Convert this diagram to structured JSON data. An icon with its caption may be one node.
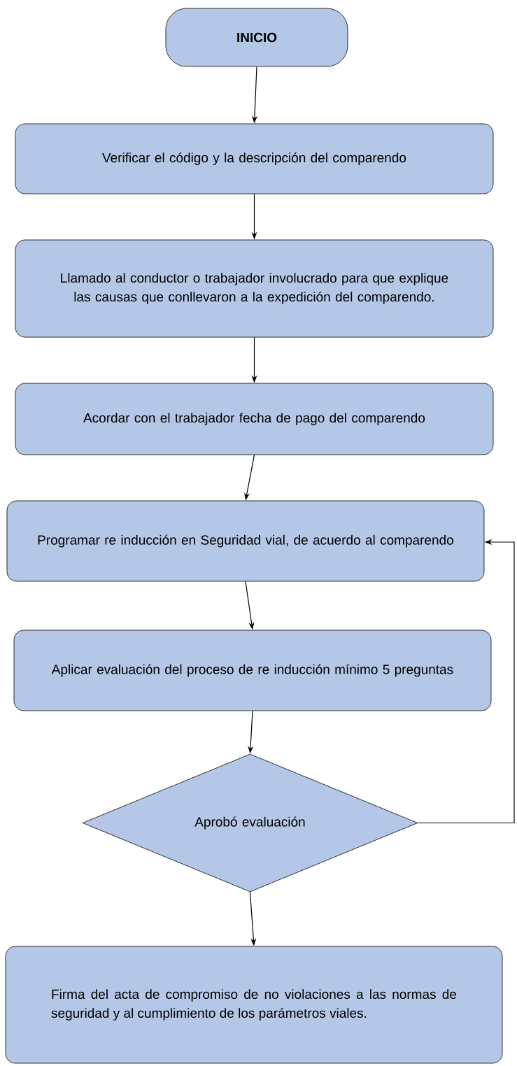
{
  "diagram": {
    "nodes": [
      {
        "text": [
          "INICIO"
        ]
      },
      {
        "text": [
          "Verificar el código y la descripción del comparendo"
        ]
      },
      {
        "text": [
          "Llamado al conductor o trabajador involucrado para que explique las causas que conllevaron a la expedición del comparendo."
        ]
      },
      {
        "text": [
          "Acordar con el trabajador fecha de pago del comparendo"
        ]
      },
      {
        "text": [
          "Programar re inducción en Seguridad vial, de acuerdo al comparendo"
        ]
      },
      {
        "text": [
          "Aplicar evaluación del proceso de re inducción mínimo 5 preguntas"
        ]
      },
      {
        "text": [
          "Aprobó evaluación"
        ]
      },
      {
        "text": [
          "Firma del acta de compromiso de no violaciones a las normas de seguridad y al cumplimiento de los parámetros viales."
        ]
      }
    ],
    "edges": [
      {
        "from": 0,
        "to": 1,
        "arrow": "to"
      },
      {
        "from": 1,
        "to": 2,
        "arrow": "to"
      },
      {
        "from": 2,
        "to": 3,
        "arrow": "to"
      },
      {
        "from": 3,
        "to": 4,
        "arrow": "to"
      },
      {
        "from": 4,
        "to": 5,
        "arrow": "to"
      },
      {
        "from": 5,
        "to": 6,
        "arrow": "to"
      },
      {
        "from": 6,
        "to": 4,
        "arrow": "to"
      },
      {
        "from": 6,
        "to": 7,
        "arrow": "to"
      }
    ]
  }
}
